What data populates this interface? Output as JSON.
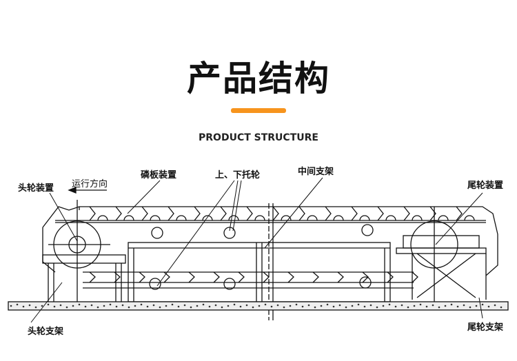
{
  "header": {
    "title": "产品结构",
    "subtitle": "PRODUCT STRUCTURE",
    "accent_color": "#f7941d"
  },
  "diagram": {
    "labels": {
      "head_wheel": "头轮装置",
      "direction": "运行方向",
      "plate": "磷板装置",
      "idlers": "上、下托轮",
      "middle_frame": "中间支架",
      "tail_wheel": "尾轮装置",
      "head_support": "头轮支架",
      "tail_support": "尾轮支架"
    }
  }
}
